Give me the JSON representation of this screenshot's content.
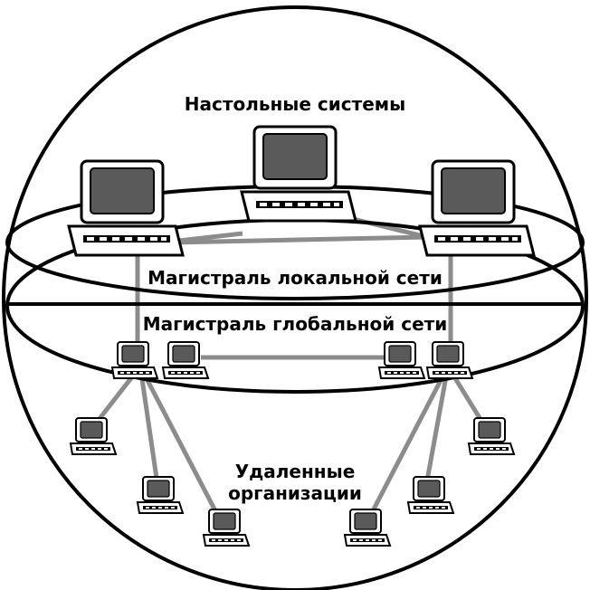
{
  "labels": {
    "desktop_systems": "Настольные системы",
    "lan_backbone": "Магистраль локальной сети",
    "wan_backbone": "Магистраль глобальной сети",
    "remote_line1": "Удаленные",
    "remote_line2": "организации"
  },
  "colors": {
    "outline": "#000000",
    "link": "#8c8c8c",
    "screen": "#5a5a5a",
    "case": "#ffffff"
  },
  "icons": {
    "desktop": "desktop-computer-icon",
    "remote": "laptop-terminal-icon"
  }
}
